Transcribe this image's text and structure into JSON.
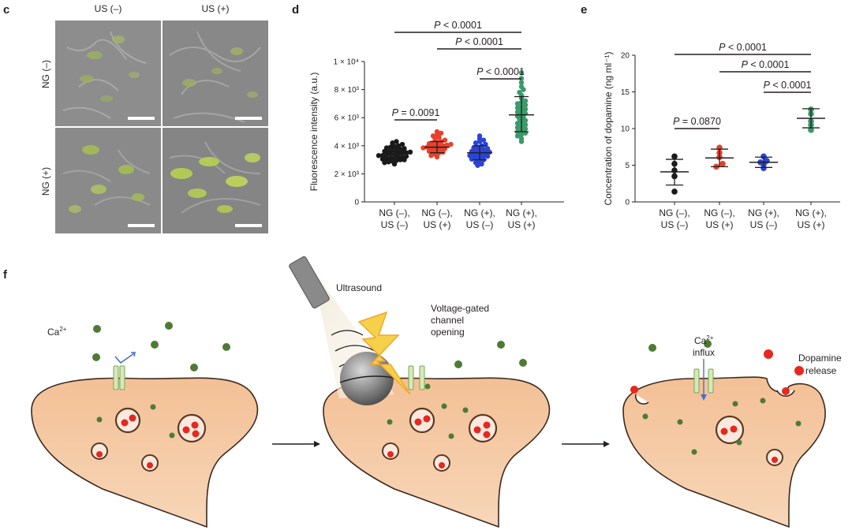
{
  "panel_labels": {
    "c": "c",
    "d": "d",
    "e": "e",
    "f": "f"
  },
  "panel_c": {
    "col_headers": [
      "US (–)",
      "US (+)"
    ],
    "row_headers": [
      "NG (–)",
      "NG (+)"
    ]
  },
  "chart_data": [
    {
      "panel": "d",
      "type": "scatter",
      "ylabel": "Fluorescence intensity (a.u.)",
      "categories": [
        [
          "NG (–),",
          "US (–)"
        ],
        [
          "NG (–),",
          "US (+)"
        ],
        [
          "NG (+),",
          "US (–)"
        ],
        [
          "NG (+),",
          "US (+)"
        ]
      ],
      "ytick_labels": [
        "0",
        "2 × 10³",
        "4 × 10³",
        "6 × 10³",
        "8 × 10³",
        "1 × 10⁴"
      ],
      "yticks": [
        0,
        2000,
        4000,
        6000,
        8000,
        10000
      ],
      "ylim": [
        0,
        10000
      ],
      "colors": [
        "#1a1a1a",
        "#e8412b",
        "#2a44d6",
        "#3a9a6a"
      ],
      "points": [
        [
          2700,
          2800,
          2850,
          2900,
          2950,
          3000,
          3000,
          3050,
          3100,
          3100,
          3150,
          3200,
          3200,
          3250,
          3300,
          3300,
          3350,
          3400,
          3400,
          3450,
          3500,
          3500,
          3550,
          3600,
          3650,
          3700,
          3700,
          3750,
          3800,
          3850,
          3900,
          3950,
          4000,
          4100,
          4200,
          4300
        ],
        [
          3200,
          3300,
          3400,
          3500,
          3550,
          3600,
          3650,
          3700,
          3750,
          3800,
          3850,
          3900,
          3900,
          3950,
          4000,
          4000,
          4050,
          4100,
          4150,
          4200,
          4250,
          4300,
          4400,
          4500,
          4600,
          4700,
          4800,
          4900,
          5000
        ],
        [
          2600,
          2700,
          2800,
          2900,
          3000,
          3050,
          3100,
          3150,
          3200,
          3250,
          3300,
          3350,
          3400,
          3450,
          3500,
          3550,
          3600,
          3650,
          3700,
          3750,
          3800,
          3850,
          3900,
          4000,
          4100,
          4200,
          4300,
          4400,
          4500,
          4700
        ],
        [
          4300,
          4500,
          4700,
          4800,
          4900,
          5000,
          5100,
          5200,
          5300,
          5400,
          5500,
          5600,
          5700,
          5800,
          5900,
          6000,
          6100,
          6200,
          6300,
          6400,
          6500,
          6600,
          6700,
          6800,
          6900,
          7000,
          7100,
          7200,
          7400,
          7600,
          7800,
          8000,
          8200,
          8500,
          8800,
          9200
        ]
      ],
      "mean": [
        3300,
        3900,
        3500,
        6200
      ],
      "sd_low": [
        2900,
        3500,
        3000,
        5000
      ],
      "sd_high": [
        3700,
        4300,
        4000,
        7500
      ],
      "brackets": [
        {
          "from": 0,
          "to": 1,
          "label": "P = 0.0091",
          "level": 0
        },
        {
          "from": 2,
          "to": 3,
          "label": "P < 0.0001",
          "level": 1
        },
        {
          "from": 1,
          "to": 3,
          "label": "P < 0.0001",
          "level": 2
        },
        {
          "from": 0,
          "to": 3,
          "label": "P < 0.0001",
          "level": 3
        }
      ]
    },
    {
      "panel": "e",
      "type": "scatter",
      "ylabel": "Concentration of dopamine (ng ml⁻¹)",
      "categories": [
        [
          "NG (–),",
          "US (–)"
        ],
        [
          "NG (–),",
          "US (+)"
        ],
        [
          "NG (+),",
          "US (–)"
        ],
        [
          "NG (+),",
          "US (+)"
        ]
      ],
      "yticks": [
        0,
        5,
        10,
        15,
        20
      ],
      "ytick_labels": [
        "0",
        "5",
        "10",
        "15",
        "20"
      ],
      "ylim": [
        0,
        20
      ],
      "colors": [
        "#1a1a1a",
        "#e8412b",
        "#2a44d6",
        "#3a9a6a"
      ],
      "points": [
        [
          1.4,
          3.5,
          4.3,
          5.2,
          6.2
        ],
        [
          4.8,
          5.2,
          6.1,
          6.7,
          7.4
        ],
        [
          4.6,
          5.1,
          5.4,
          5.6,
          6.2
        ],
        [
          9.8,
          10.5,
          11.0,
          12.0,
          12.6
        ]
      ],
      "mean": [
        4.1,
        6.0,
        5.4,
        11.4
      ],
      "sd_low": [
        2.3,
        4.8,
        4.7,
        10.1
      ],
      "sd_high": [
        5.8,
        7.2,
        6.1,
        12.7
      ],
      "brackets": [
        {
          "from": 0,
          "to": 1,
          "label": "P = 0.0870",
          "level": 0
        },
        {
          "from": 2,
          "to": 3,
          "label": "P < 0.0001",
          "level": 1
        },
        {
          "from": 1,
          "to": 3,
          "label": "P < 0.0001",
          "level": 2
        },
        {
          "from": 0,
          "to": 3,
          "label": "P < 0.0001",
          "level": 3
        }
      ]
    }
  ],
  "panel_f": {
    "ca_label": "Ca",
    "ca_sup": "2+",
    "ultrasound": "Ultrasound",
    "channel_opening": [
      "Voltage-gated",
      "channel",
      "opening"
    ],
    "ca_influx_line1": "Ca",
    "ca_influx_sup": "2+",
    "ca_influx_line2": "influx",
    "dopamine_release": [
      "Dopamine",
      "release"
    ]
  },
  "colors": {
    "cell_fill": "#f5c9a3",
    "cell_stroke": "#3a2a1e",
    "calcium": "#4e7a35",
    "dopamine": "#e6281e",
    "channel": "#d6e9b8",
    "arrow_blue": "#4a6fd0"
  }
}
